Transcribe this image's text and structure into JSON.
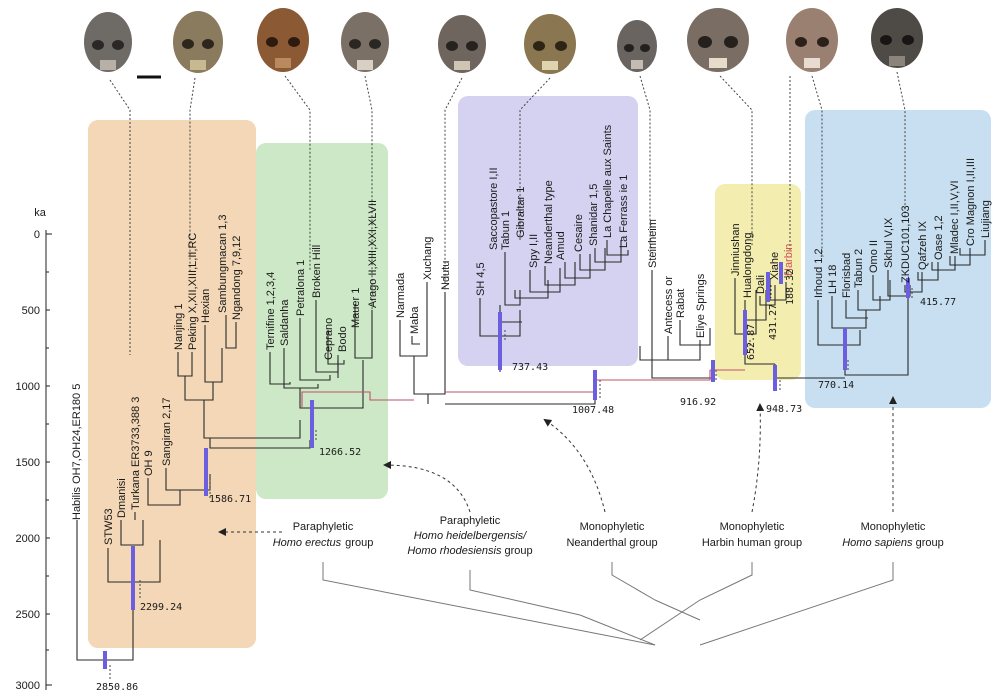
{
  "axis": {
    "unit": "ka",
    "ticks": [
      "0",
      "500",
      "1000",
      "1500",
      "2000",
      "2500",
      "3000"
    ]
  },
  "taxa": {
    "habilis": "Habilis OH7,OH24,ER180 5",
    "stw53": "STW53",
    "dmanisi": "Dmanisi",
    "turkana": "Turkana ER3733,388 3",
    "oh9": "OH 9",
    "sangiran": "Sangiran 2,17",
    "nanjing": "Nanjing 1",
    "peking": "Peking X,XII,XIII,L,II,RC",
    "hexian": "Hexian",
    "sambungmacan": "Sambungmacan 1,3",
    "ngandong": "Ngandong 7,9,12",
    "ternifine": "Ternifine 1,2,3,4",
    "saldanha": "Saldanha",
    "petralona": "Petralona 1",
    "brokenhill": "Broken Hill",
    "ceprano": "Ceprano",
    "bodo": "Bodo",
    "mauer": "Mauer 1",
    "arago": "Arago II,XIII,XXI,XLVII",
    "narmada": "Narmada",
    "maba": "Maba",
    "xuchang": "Xuchang",
    "ndutu": "Ndutu",
    "sh": "SH 4,5",
    "saccopastore": "Saccopastore I,II",
    "tabun1": "Tabun 1",
    "gibraltar": "Gibraltar 1",
    "spy": "Spy I,II",
    "neanderthal": "Neanderthal type",
    "amud": "Amud",
    "cesaire": "Cesaire",
    "shanidar": "Shanidar 1,5",
    "lachapelle": "La Chapelle aux Saints",
    "laferrassie": "La Ferrass ie 1",
    "steinheim": "Steinheim",
    "antecessor": "Antecess or",
    "rabat": "Rabat",
    "eliye": "Eliye Springs",
    "jinniushan": "Jinniushan",
    "hualongdong": "Hualongdong",
    "dali": "Dali",
    "xiahe": "Xiahe",
    "harbin": "Harbin",
    "irhoud": "Irhoud 1,2",
    "lh18": "LH 18",
    "florisbad": "Florisbad",
    "tabun2": "Tabun 2",
    "omo": "Omo II",
    "skhul": "Skhul V,IX",
    "zkd": "ZKDUC101,103",
    "qafzeh": "Qafzeh IX",
    "oase": "Oase 1,2",
    "mladec": "Mladec I,II,V,VI",
    "cromagnon": "Cro Magnon I,II,III",
    "liujiang": "Liujiang"
  },
  "nodes": {
    "n2850": "2850.86",
    "n2299": "2299.24",
    "n1586": "1586.71",
    "n1266": "1266.52",
    "n1007": "1007.48",
    "n737": "737.43",
    "n916": "916.92",
    "n948": "948.73",
    "n652": "652.87",
    "n431": "431.27",
    "n188": "188.32",
    "n770": "770.14",
    "n415": "415.77"
  },
  "groups": {
    "erectus": {
      "line1": "Paraphyletic",
      "line2": "Homo erectus",
      "line3": "group"
    },
    "heidelbergensis": {
      "line1": "Paraphyletic",
      "line2": "Homo heidelbergensis/",
      "line3a": "Homo rhodesiensis",
      "line3b": " group"
    },
    "neanderthal": {
      "line1": "Monophyletic",
      "line2": "Neanderthal group"
    },
    "harbin": {
      "line1": "Monophyletic",
      "line2": "Harbin human group"
    },
    "sapiens": {
      "line1": "Monophyletic",
      "line2": "Homo sapiens",
      "line3": " group"
    }
  },
  "colors": {
    "erectus_box": "#f3d7b6",
    "heidel_box": "#cde8c6",
    "neander_box": "#d4d2f0",
    "harbin_box": "#f3eeb0",
    "sapiens_box": "#c7dff0",
    "highlight": "#d0505a"
  }
}
